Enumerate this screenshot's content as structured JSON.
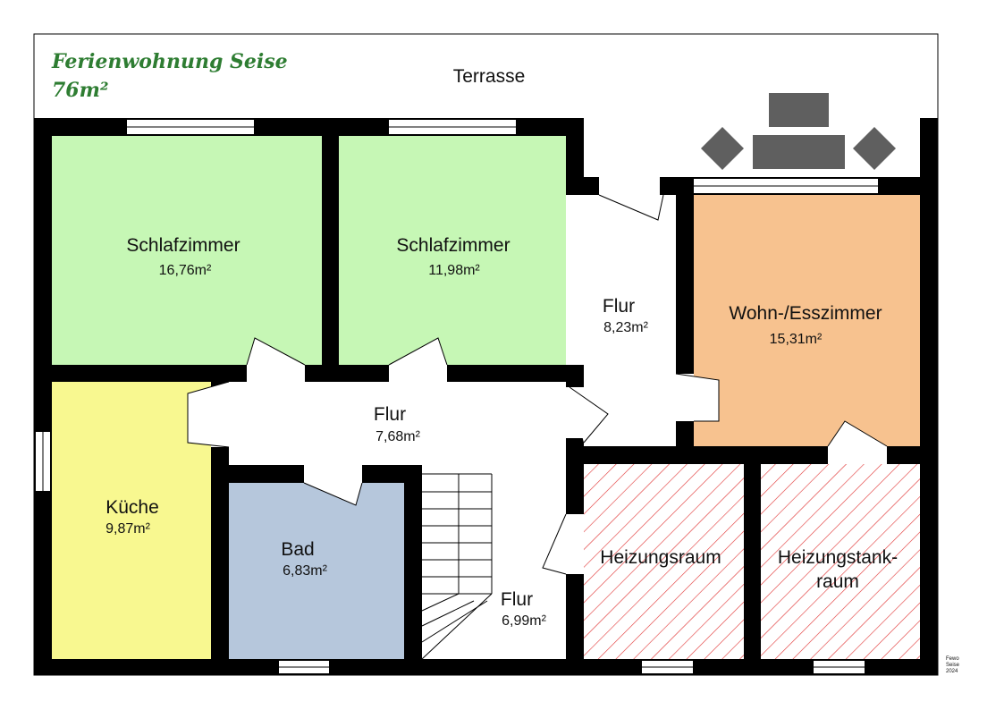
{
  "title": {
    "line1": "Ferienwohnung Seise",
    "line2": "76m²"
  },
  "terrace": "Terrasse",
  "rooms": [
    {
      "name": "Schlafzimmer",
      "area": "16,76m²",
      "fill": "#c6f7b5"
    },
    {
      "name": "Schlafzimmer",
      "area": "11,98m²",
      "fill": "#c6f7b5"
    },
    {
      "name": "Flur",
      "area": "8,23m²",
      "fill": "#ffffff"
    },
    {
      "name": "Wohn-/Esszimmer",
      "area": "15,31m²",
      "fill": "#f7c28f"
    },
    {
      "name": "Flur",
      "area": "7,68m²",
      "fill": "#ffffff"
    },
    {
      "name": "Küche",
      "area": "9,87m²",
      "fill": "#f8f890"
    },
    {
      "name": "Bad",
      "area": "6,83m²",
      "fill": "#b6c7dc"
    },
    {
      "name": "Flur",
      "area": "6,99m²",
      "fill": "#ffffff"
    },
    {
      "name": "Heizungsraum",
      "area": "",
      "fill": "#ffffff"
    },
    {
      "name": "Heizungstank-",
      "name2": "raum",
      "area": "",
      "fill": "#ffffff"
    }
  ],
  "credit": {
    "line1": "Fewo",
    "line2": "Seise",
    "line3": "2024"
  },
  "colors": {
    "wall": "#000000",
    "hatch": "#e03030",
    "furniture": "#5f5f5f",
    "title": "#2e7d32"
  }
}
